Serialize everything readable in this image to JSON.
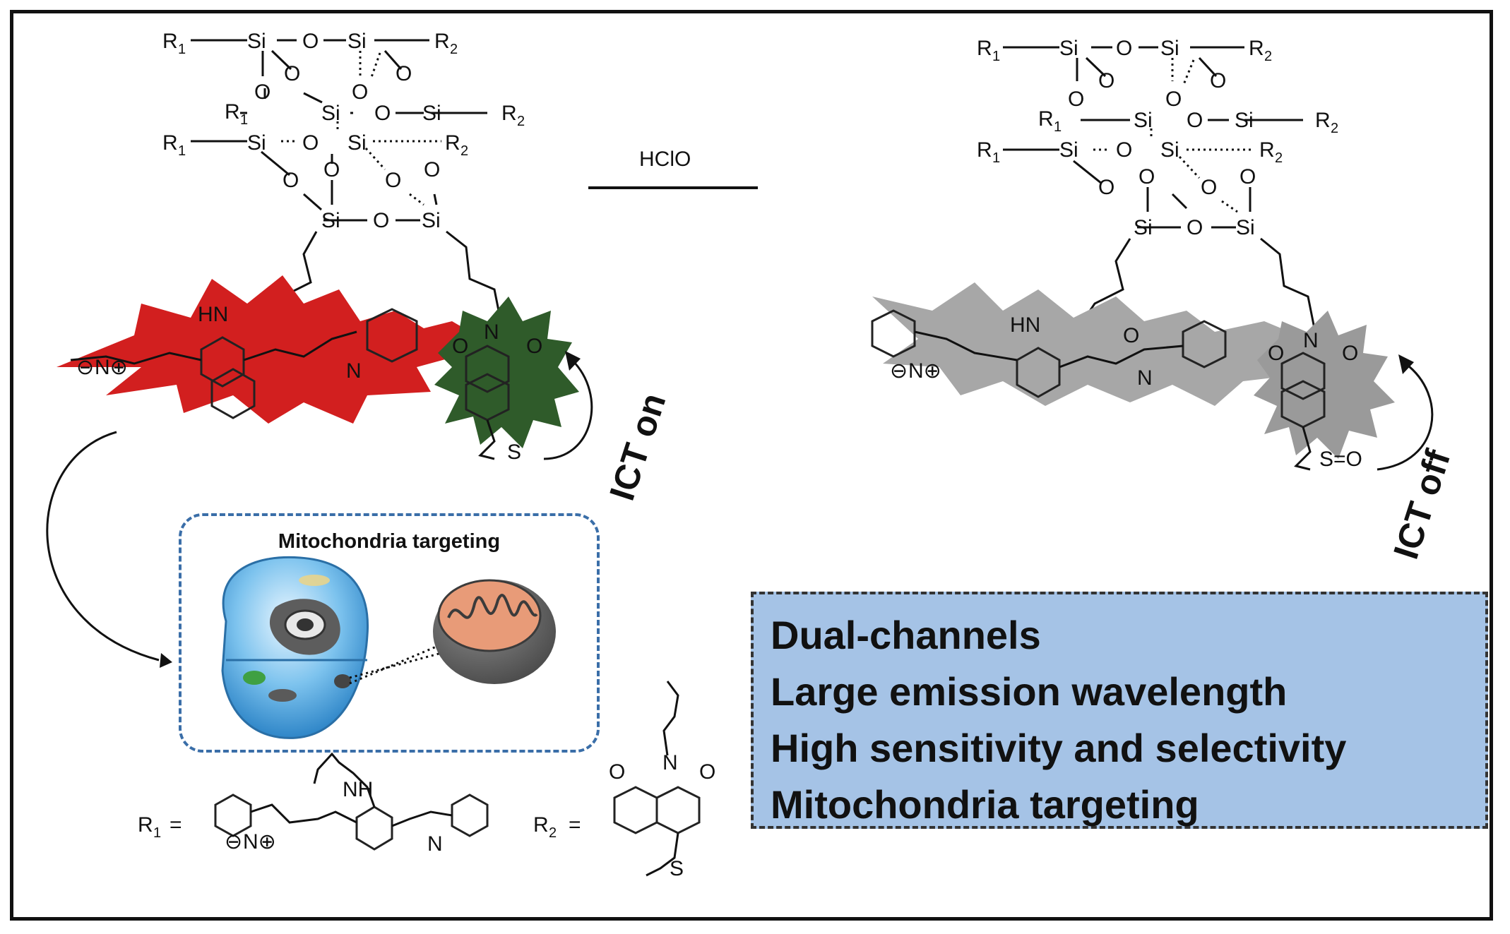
{
  "reagent": "HClO",
  "state_on": "ICT on",
  "state_off": "ICT off",
  "mito_label": "Mitochondria targeting",
  "r1_label": "R",
  "r1_sub": "1",
  "r2_label": "R",
  "r2_sub": "2",
  "equals": "=",
  "features": [
    "Dual-channels",
    "Large emission wavelength",
    "High sensitivity and selectivity",
    "Mitochondria targeting"
  ],
  "atoms": {
    "si": "Si",
    "o": "O",
    "n": "N",
    "s": "S",
    "hn": "HN",
    "nh": "NH",
    "r": "R",
    "sub1": "1",
    "sub2": "2",
    "n_plus": "N⊕",
    "minus": "⊖",
    "s_oxide": "S=O"
  },
  "colors": {
    "red_star": "#d21f1f",
    "green_star": "#2f5b2a",
    "gray_star": "#a7a7a7",
    "feature_bg": "#a5c3e6",
    "mito_border": "#3a6ea8"
  },
  "icons": [
    "cell-icon",
    "mitochondrion-icon",
    "curved-arrow-icon"
  ]
}
